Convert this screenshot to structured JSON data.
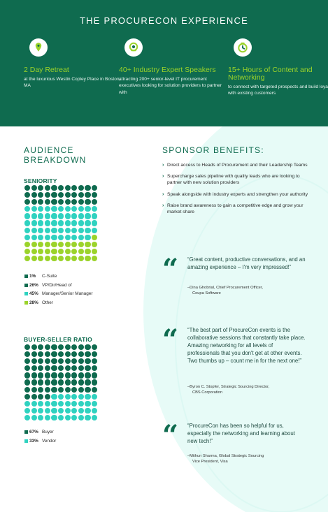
{
  "header": {
    "title": "THE PROCURECON EXPERIENCE",
    "columns": [
      {
        "icon": "location-pin-icon",
        "title": "2 Day Retreat",
        "desc": "at the luxurious Westin Copley Place in Boston, MA"
      },
      {
        "icon": "badge-icon",
        "title": "40+ Industry Expert Speakers",
        "desc": "attracting 200+ senior-level IT procurement executives looking for solution providers to partner with"
      },
      {
        "icon": "timer-icon",
        "title": "15+ Hours of Content and Networking",
        "desc": "to connect with targeted prospects and build loyalty with existing customers"
      }
    ]
  },
  "audience": {
    "title_line1": "AUDIENCE",
    "title_line2": "BREAKDOWN",
    "seniority": {
      "label": "SENIORITY",
      "legend": [
        {
          "pct": "1%",
          "label": "C-Suite",
          "color": "#0f6b4f"
        },
        {
          "pct": "26%",
          "label": "VP/Dir/Head of",
          "color": "#0f6b4f"
        },
        {
          "pct": "45%",
          "label": "Manager/Senior Manager",
          "color": "#2fd2c0"
        },
        {
          "pct": "28%",
          "label": "Other",
          "color": "#9bd32a"
        }
      ]
    },
    "buyer_seller": {
      "label": "BUYER-SELLER RATIO",
      "legend": [
        {
          "pct": "67%",
          "label": "Buyer",
          "color": "#0f6b4f"
        },
        {
          "pct": "33%",
          "label": "Vendor",
          "color": "#2fd2c0"
        }
      ]
    }
  },
  "sponsor": {
    "title": "SPONSOR BENEFITS:",
    "benefits": [
      "Direct access to Heads of Procurement and their Leadership Teams",
      "Supercharge sales pipeline with quality leads who are looking to partner with new solution providers",
      "Speak alongside with industry experts and strengthen your authority",
      "Raise brand awareness to gain a competitive edge and grow your market share"
    ],
    "quotes": [
      {
        "text": "“Great content, productive conversations, and an amazing experience – I'm very impressed!”",
        "attr1": "–Dina Ghobrial, Chief Procurement Officer,",
        "attr2": "Coupa Software"
      },
      {
        "text": "“The best part of ProcureCon events is the collaborative sessions that constantly take place. Amazing networking for all levels of professionals that you don't get at other events. Two thumbs up – count me in for the next one!”",
        "attr1": "–Byron C. Stopfer, Strategic Sourcing Director,",
        "attr2": "CBS Corporation"
      },
      {
        "text": "“ProcureCon has been so helpful for us, especially the networking and learning about new tech!”",
        "attr1": "–Mithun Sharma, Global Strategic Sourcing",
        "attr2": "Vice President, Visa"
      }
    ]
  },
  "chart_data": [
    {
      "type": "waffle",
      "title": "SENIORITY",
      "categories": [
        "C-Suite",
        "VP/Dir/Head of",
        "Manager/Senior Manager",
        "Other"
      ],
      "values": [
        1,
        26,
        45,
        28
      ],
      "colors": [
        "#0f6b4f",
        "#0f6b4f",
        "#2fd2c0",
        "#9bd32a"
      ]
    },
    {
      "type": "waffle",
      "title": "BUYER-SELLER RATIO",
      "categories": [
        "Buyer",
        "Vendor"
      ],
      "values": [
        67,
        33
      ],
      "colors": [
        "#0f6b4f",
        "#2fd2c0"
      ]
    }
  ]
}
